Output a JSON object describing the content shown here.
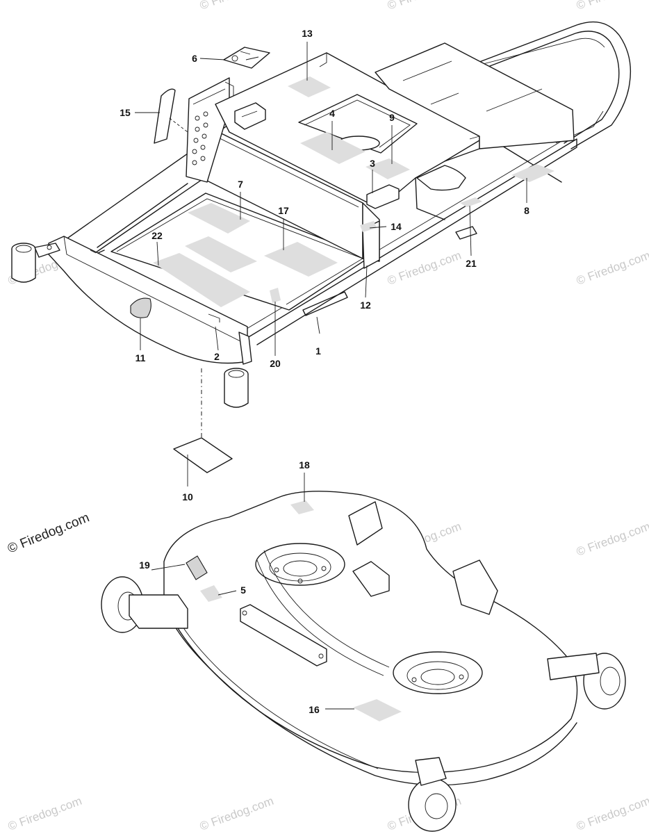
{
  "watermark": {
    "text": "© Firedog.com",
    "copyright_text": "© Firedog.com"
  },
  "callouts": [
    {
      "id": "c1",
      "label": "1"
    },
    {
      "id": "c2",
      "label": "2"
    },
    {
      "id": "c3",
      "label": "3"
    },
    {
      "id": "c4",
      "label": "4"
    },
    {
      "id": "c5",
      "label": "5"
    },
    {
      "id": "c6",
      "label": "6"
    },
    {
      "id": "c7",
      "label": "7"
    },
    {
      "id": "c8",
      "label": "8"
    },
    {
      "id": "c9",
      "label": "9"
    },
    {
      "id": "c10",
      "label": "10"
    },
    {
      "id": "c11",
      "label": "11"
    },
    {
      "id": "c12",
      "label": "12"
    },
    {
      "id": "c13",
      "label": "13"
    },
    {
      "id": "c14",
      "label": "14"
    },
    {
      "id": "c15",
      "label": "15"
    },
    {
      "id": "c16",
      "label": "16"
    },
    {
      "id": "c17",
      "label": "17"
    },
    {
      "id": "c18",
      "label": "18"
    },
    {
      "id": "c19",
      "label": "19"
    },
    {
      "id": "c20",
      "label": "20"
    },
    {
      "id": "c21",
      "label": "21"
    },
    {
      "id": "c22",
      "label": "22"
    }
  ]
}
